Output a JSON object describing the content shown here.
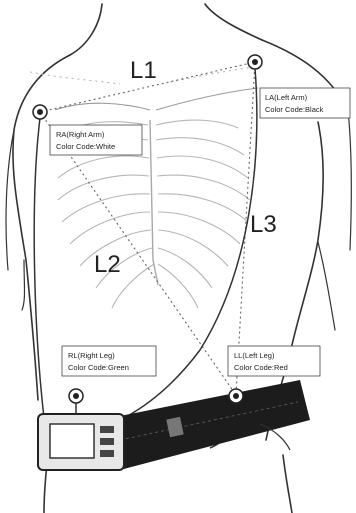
{
  "diagram": {
    "lead_labels": {
      "l1": "L1",
      "l2": "L2",
      "l3": "L3"
    },
    "electrodes": {
      "ra": {
        "line1": "RA(Right Arm)",
        "line2": "Color Code:White",
        "color": "#ffffff"
      },
      "la": {
        "line1": "LA(Left Arm)",
        "line2": "Color Code:Black",
        "color": "#111111"
      },
      "rl": {
        "line1": "RL(Right Leg)",
        "line2": "Color Code:Green",
        "color": "#2e8b3a"
      },
      "ll": {
        "line1": "LL(Left Leg)",
        "line2": "Color Code:Red",
        "color": "#c0392b"
      }
    },
    "colors": {
      "line": "#333333",
      "lead_line": "#666666"
    }
  }
}
